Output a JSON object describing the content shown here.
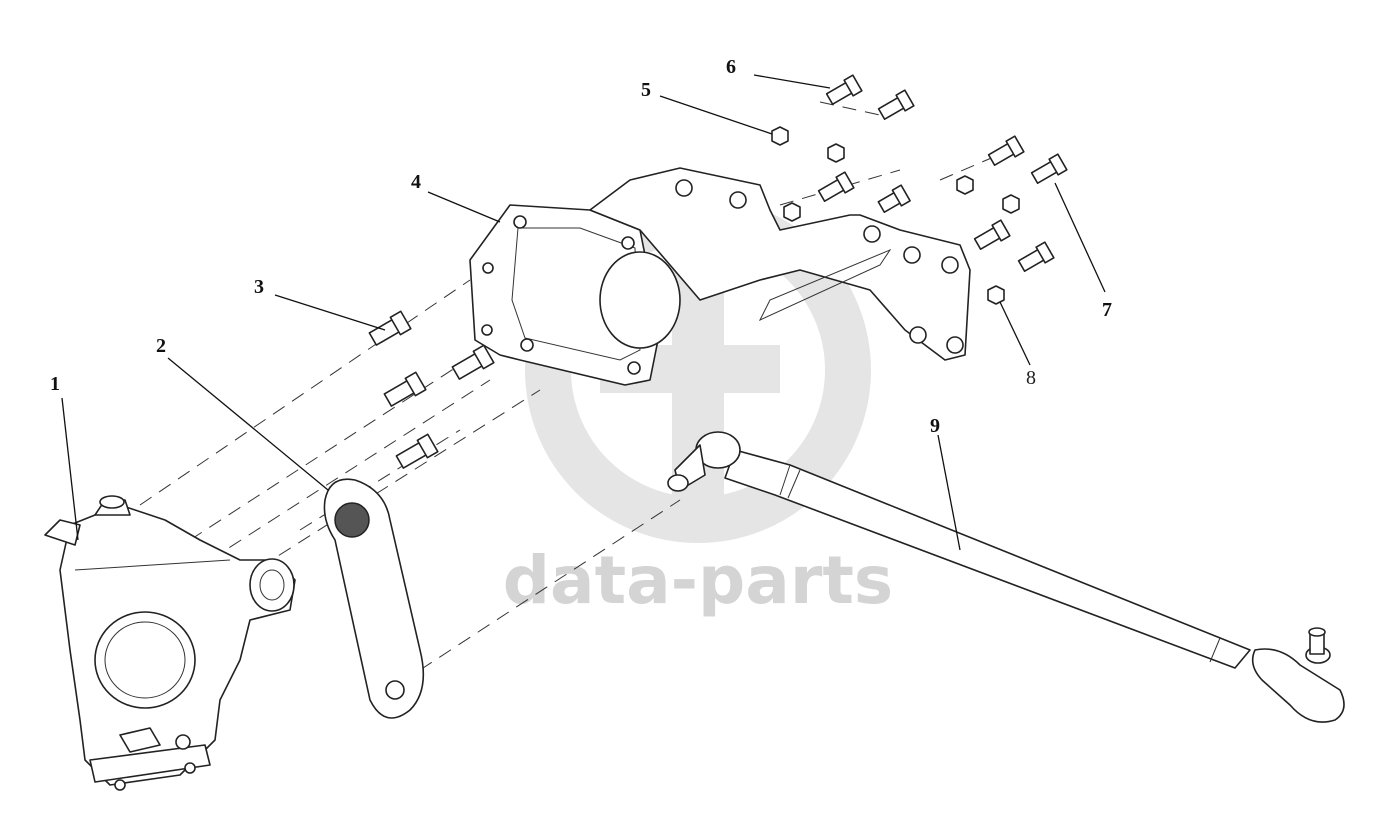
{
  "watermark": {
    "text": "data-parts",
    "color": "#d4d4d4"
  },
  "callouts": [
    {
      "id": "1",
      "text": "1"
    },
    {
      "id": "2",
      "text": "2"
    },
    {
      "id": "3",
      "text": "3"
    },
    {
      "id": "4",
      "text": "4"
    },
    {
      "id": "5",
      "text": "5"
    },
    {
      "id": "6",
      "text": "6"
    },
    {
      "id": "7",
      "text": "7"
    },
    {
      "id": "8",
      "text": "8"
    },
    {
      "id": "9",
      "text": "9"
    }
  ],
  "parts": [
    {
      "callout": "1",
      "icon": "steering-gear-icon"
    },
    {
      "callout": "2",
      "icon": "pitman-arm-icon"
    },
    {
      "callout": "3",
      "icon": "bolt-icon"
    },
    {
      "callout": "4",
      "icon": "mounting-bracket-icon"
    },
    {
      "callout": "5",
      "icon": "nut-icon"
    },
    {
      "callout": "6",
      "icon": "bolt-icon"
    },
    {
      "callout": "7",
      "icon": "bolt-icon"
    },
    {
      "callout": "8",
      "icon": "nut-icon"
    },
    {
      "callout": "9",
      "icon": "drag-link-icon"
    }
  ]
}
